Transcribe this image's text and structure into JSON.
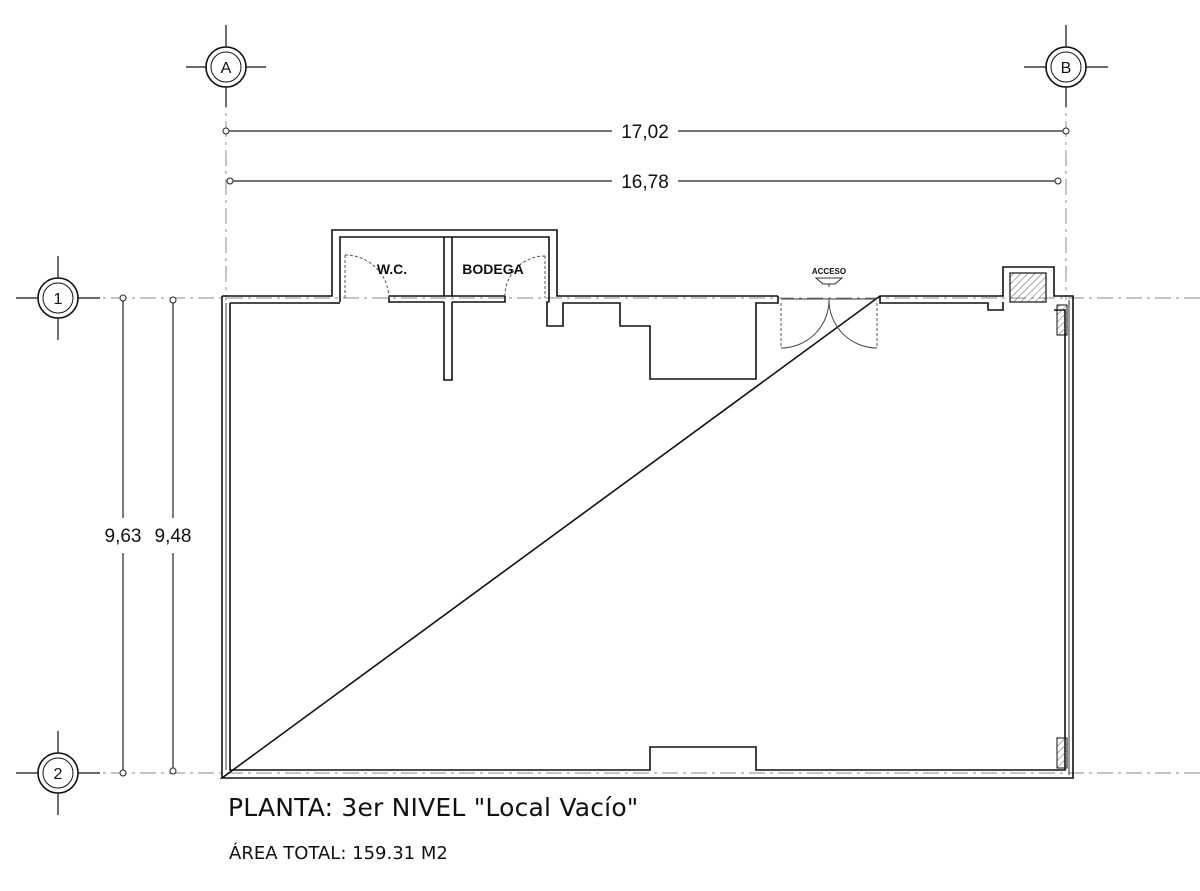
{
  "grid": {
    "columns": [
      "A",
      "B"
    ],
    "rows": [
      "1",
      "2"
    ]
  },
  "dimensions": {
    "width_outer": "17,02",
    "width_inner": "16,78",
    "depth_outer": "9,63",
    "depth_inner": "9,48"
  },
  "rooms": {
    "wc": "W.C.",
    "bodega": "BODEGA",
    "acceso": "ACCESO"
  },
  "title": "PLANTA: 3er NIVEL \"Local Vacío\"",
  "area": {
    "label": "ÁREA TOTAL:",
    "value": "159.31 M2"
  }
}
